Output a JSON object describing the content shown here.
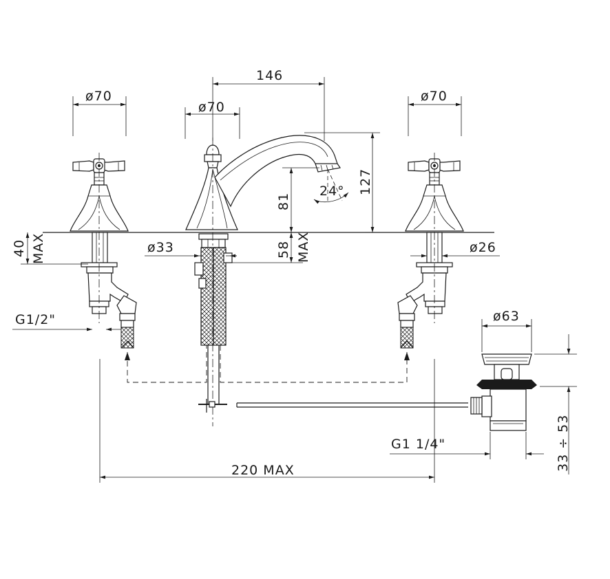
{
  "labels": {
    "handle_left_diameter": "ø70",
    "spout_base_diameter": "ø70",
    "handle_right_diameter": "ø70",
    "spout_reach": "146",
    "total_height": "127",
    "spout_height": "81",
    "spout_angle": "24°",
    "deck_thickness_left": "40",
    "deck_thickness_left_unit": "MAX",
    "spout_shank_diameter": "ø33",
    "deck_thickness_center": "58",
    "deck_thickness_center_unit": "MAX",
    "valve_shank_diameter": "ø26",
    "connection_thread": "G1/2\"",
    "waste_diameter": "ø63",
    "waste_thread": "G1 1/4\"",
    "waste_adjust_range": "33 ÷ 53",
    "max_spread": "220 MAX"
  },
  "colors": {
    "line": "#1a1a1a",
    "background": "#ffffff"
  }
}
